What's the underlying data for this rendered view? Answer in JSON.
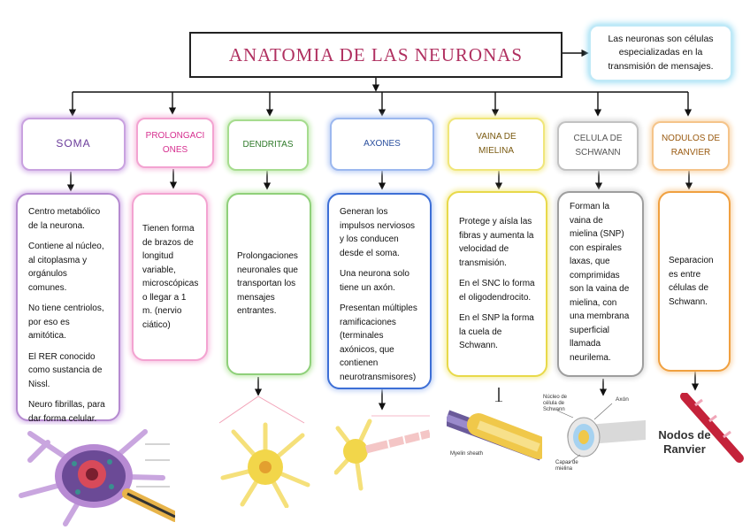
{
  "title": "ANATOMIA DE LAS NEURONAS",
  "note": "Las neuronas son células especializadas en la transmisión de mensajes.",
  "colors": {
    "title_text": "#b03060",
    "soma": "#9b59b6",
    "prolongaciones": "#e84aa8",
    "dendritas": "#6abf4b",
    "axones": "#3d6fd6",
    "vaina": "#e8d94a",
    "schwann": "#9e9e9e",
    "nodulos": "#f0a040",
    "note_glow": "#8fd9f2"
  },
  "categories": [
    {
      "label": "SOMA",
      "color_text": "#6a3b9a"
    },
    {
      "label": "PROLONGACI ONES",
      "color_text": "#d62f8f"
    },
    {
      "label": "DENDRITAS",
      "color_text": "#2f7a2a"
    },
    {
      "label": "AXONES",
      "color_text": "#2a4f9e"
    },
    {
      "label": "VAINA DE MIELINA",
      "color_text": "#7a5a10"
    },
    {
      "label": "CELULA DE SCHWANN",
      "color_text": "#555555"
    },
    {
      "label": "NODULOS DE RANVIER",
      "color_text": "#9a5a10"
    }
  ],
  "descriptions": {
    "soma": [
      "Centro metabólico de la neurona.",
      "Contiene al núcleo, al citoplasma y orgánulos comunes.",
      "No tiene centriolos, por eso es amitótica.",
      "El RER conocido como sustancia de Nissl.",
      "Neuro fibrillas, para dar forma celular."
    ],
    "prolongaciones": [
      "Tienen forma de brazos de longitud variable, microscópicas o llegar a 1 m. (nervio ciático)"
    ],
    "dendritas": [
      "Prolongaciones neuronales que transportan los mensajes entrantes."
    ],
    "axones": [
      "Generan los impulsos nerviosos y los conducen desde el soma.",
      "Una neurona solo tiene un axón.",
      "Presentan múltiples ramificaciones (terminales axónicos, que contienen neurotransmisores)"
    ],
    "vaina": [
      "Protege y aísla las fibras y aumenta la velocidad de transmisión.",
      "En el SNC lo forma el oligodendrocito.",
      "En el SNP la forma la cuela de Schwann."
    ],
    "schwann": [
      "Forman la vaina de mielina (SNP) con espirales laxas, que comprimidas son la vaina de mielina, con una membrana superficial llamada neurilema."
    ],
    "nodulos": [
      "Separacion es entre células de Schwann."
    ]
  },
  "image_labels": {
    "myelin": "Myelin sheath",
    "schwann_nucleus": "Núcleo de célula de Schwann",
    "axon": "Axón",
    "myelin_layers": "Capas de mielina",
    "ranvier": "Nodos de Ranvier"
  },
  "icons": [
    "neuron-illustration",
    "dendrite-illustration",
    "axon-illustration",
    "myelin-illustration",
    "schwann-illustration",
    "ranvier-illustration"
  ]
}
